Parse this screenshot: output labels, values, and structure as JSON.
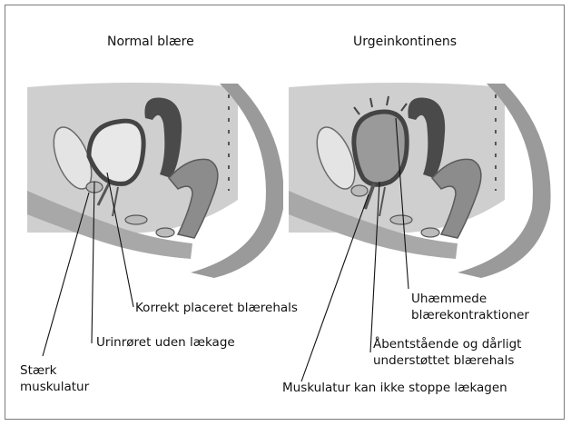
{
  "diagram": {
    "left_panel": {
      "title": "Normal blære",
      "labels": {
        "bladder_neck": "Korrekt placeret blærehals",
        "urethra": "Urinrøret uden lækage",
        "muscle_line1": "Stærk",
        "muscle_line2": "muskulatur"
      }
    },
    "right_panel": {
      "title": "Urgeinkontinens",
      "labels": {
        "contractions_line1": "Uhæmmede",
        "contractions_line2": "blærekontraktioner",
        "neck_line1": "Åbentstående og dårligt",
        "neck_line2": "understøttet blærehals",
        "muscle": "Muskulatur kan ikke stoppe lækagen"
      }
    },
    "colors": {
      "frame": "#7a7a7a",
      "background_tissue": "#cfcfcf",
      "pelvic_wall": "#9a9a9a",
      "organ_dark": "#4a4a4a",
      "organ_mid": "#8c8c8c",
      "bladder_fill": "#e8e8e8",
      "leader_line": "#111111"
    }
  }
}
